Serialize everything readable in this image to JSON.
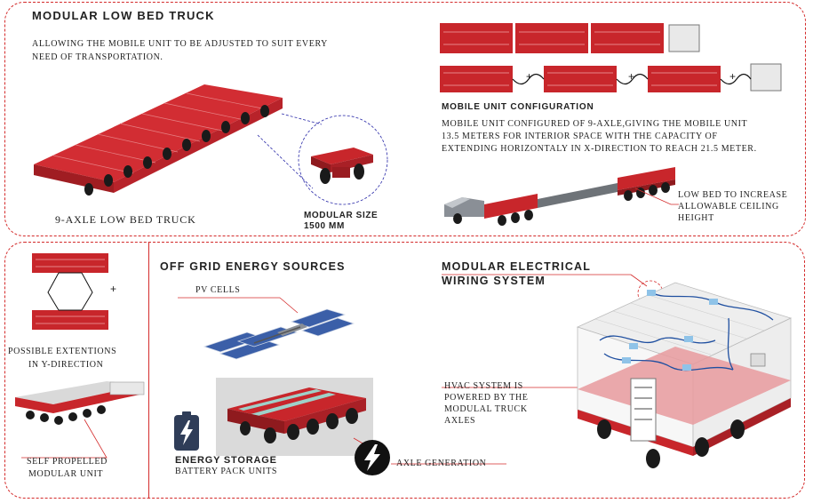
{
  "top": {
    "title": "MODULAR LOW BED TRUCK",
    "description_line1": "ALLOWING THE MOBILE UNIT TO BE  ADJUSTED TO SUIT EVERY",
    "description_line2": "NEED OF TRANSPORTATION.",
    "truck_caption": "9-AXLE LOW BED TRUCK",
    "module_label_line1": "MODULAR SIZE",
    "module_label_line2": "1500 MM",
    "config_title": "MOBILE UNIT CONFIGURATION",
    "config_line1": "MOBILE UNIT CONFIGURED OF 9-AXLE,GIVING THE MOBILE UNIT",
    "config_line2": "13.5 METERS FOR INTERIOR SPACE WITH THE CAPACITY OF",
    "config_line3": "EXTENDING HORIZONTALY IN X-DIRECTION TO REACH 21.5 METER.",
    "lowbed_line1": "LOW BED TO INCREASE",
    "lowbed_line2": "ALLOWABLE CEILING",
    "lowbed_line3": "HEIGHT",
    "plus_sign": "+"
  },
  "left": {
    "plus_sign": "+",
    "extension_line1": "POSSIBLE EXTENTIONS",
    "extension_line2": "IN Y-DIRECTION",
    "propelled_line1": "SELF PROPELLED",
    "propelled_line2": "MODULAR UNIT"
  },
  "energy": {
    "title": "OFF GRID ENERGY SOURCES",
    "pv_label": "PV CELLS",
    "storage_title": "ENERGY STORAGE",
    "storage_sub": "BATTERY PACK UNITS",
    "axle_label": "AXLE GENERATION"
  },
  "wiring": {
    "title_line1": "MODULAR ELECTRICAL",
    "title_line2": "WIRING SYSTEM",
    "hvac_line1": "HVAC SYSTEM IS",
    "hvac_line2": "POWERED BY THE",
    "hvac_line3": "MODULAL TRUCK",
    "hvac_line4": "AXLES"
  },
  "colors": {
    "accent_red": "#d42b2b",
    "truck_red": "#c8262b",
    "panel_blue": "#3b5fa8",
    "wire_blue": "#1f4fa0"
  }
}
